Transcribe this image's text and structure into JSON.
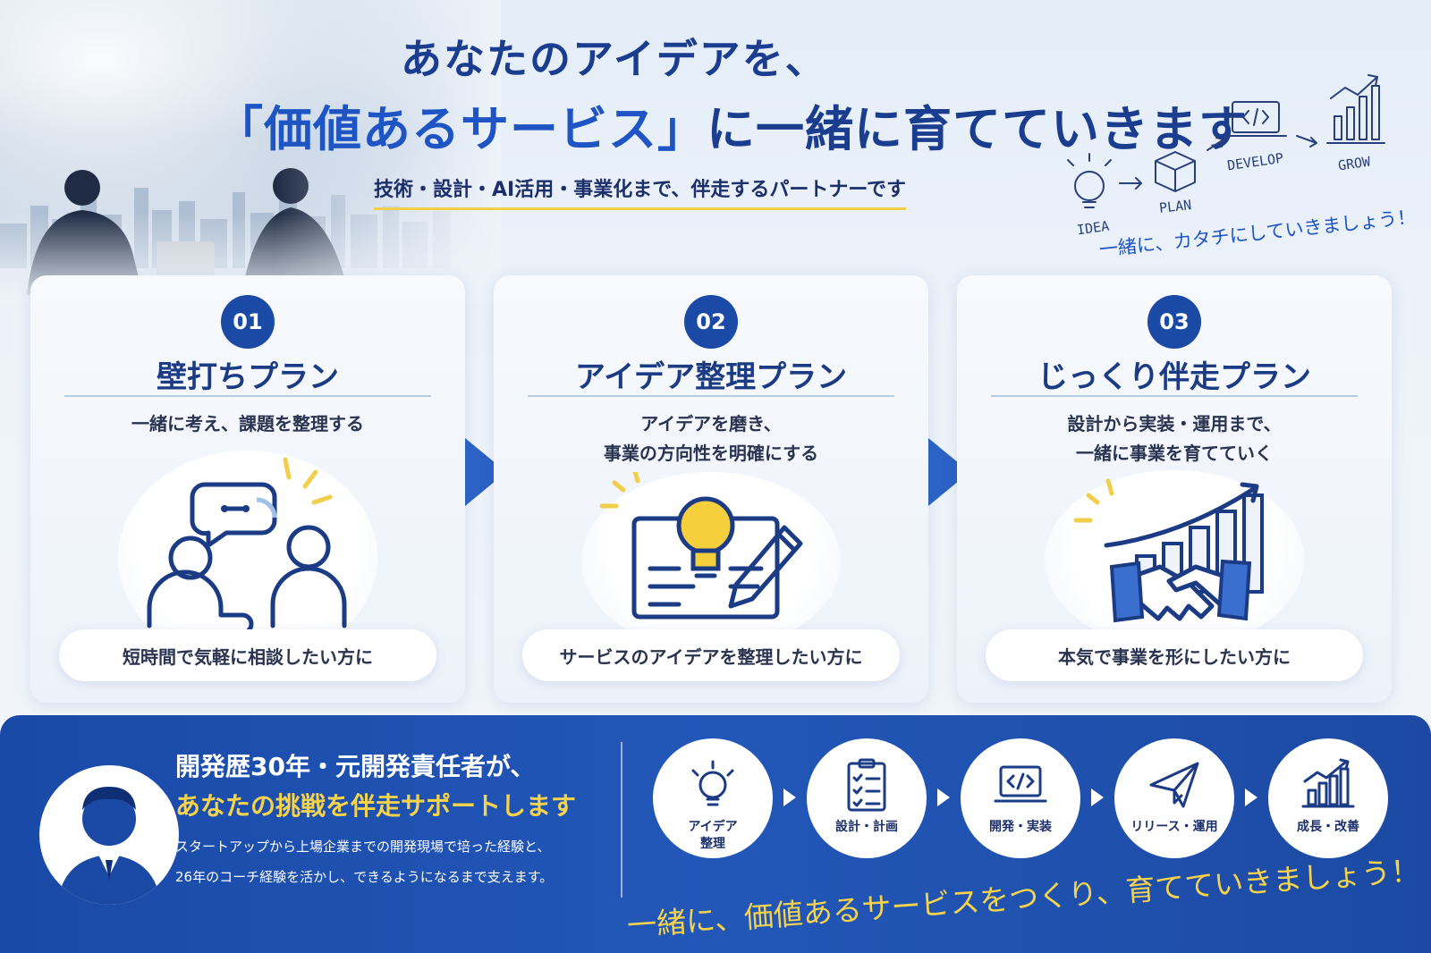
{
  "header": {
    "title_line1": "あなたのアイデアを、",
    "title_line2_accent": "「価値あるサービス」",
    "title_line2_rest": "に一緒に育てていきます",
    "subtitle": "技術・設計・AI活用・事業化まで、伴走するパートナーです"
  },
  "flow_sketch": {
    "steps": [
      "IDEA",
      "PLAN",
      "DEVELOP",
      "GROW"
    ],
    "note": "一緒に、カタチにしていきましょう！"
  },
  "plans": [
    {
      "number": "01",
      "title": "壁打ちプラン",
      "desc_lines": [
        "一緒に考え、課題を整理する"
      ],
      "target": "短時間で気軽に相談したい方に"
    },
    {
      "number": "02",
      "title": "アイデア整理プラン",
      "desc_lines": [
        "アイデアを磨き、",
        "事業の方向性を明確にする"
      ],
      "target": "サービスのアイデアを整理したい方に"
    },
    {
      "number": "03",
      "title": "じっくり伴走プラン",
      "desc_lines": [
        "設計から実装・運用まで、",
        "一緒に事業を育てていく"
      ],
      "target": "本気で事業を形にしたい方に"
    }
  ],
  "profile": {
    "line1": "開発歴30年・元開発責任者が、",
    "line2": "あなたの挑戦を伴走サポートします",
    "body_line1": "スタートアップから上場企業までの開発現場で培った経験と、",
    "body_line2": "26年のコーチ経験を活かし、できるようになるまで支えます。"
  },
  "process": [
    {
      "label_line1": "アイデア",
      "label_line2": "整理",
      "icon": "lightbulb-icon"
    },
    {
      "label_line1": "設計・計画",
      "label_line2": "",
      "icon": "checklist-icon"
    },
    {
      "label_line1": "開発・実装",
      "label_line2": "",
      "icon": "laptop-code-icon"
    },
    {
      "label_line1": "リリース・運用",
      "label_line2": "",
      "icon": "paper-plane-icon"
    },
    {
      "label_line1": "成長・改善",
      "label_line2": "",
      "icon": "growth-chart-icon"
    }
  ],
  "closing": "一緒に、価値あるサービスをつくり、育てていきましょう！",
  "colors": {
    "primary": "#1b4aa6",
    "accent_yellow": "#f5d34d",
    "text_dark": "#1c2f6b"
  }
}
